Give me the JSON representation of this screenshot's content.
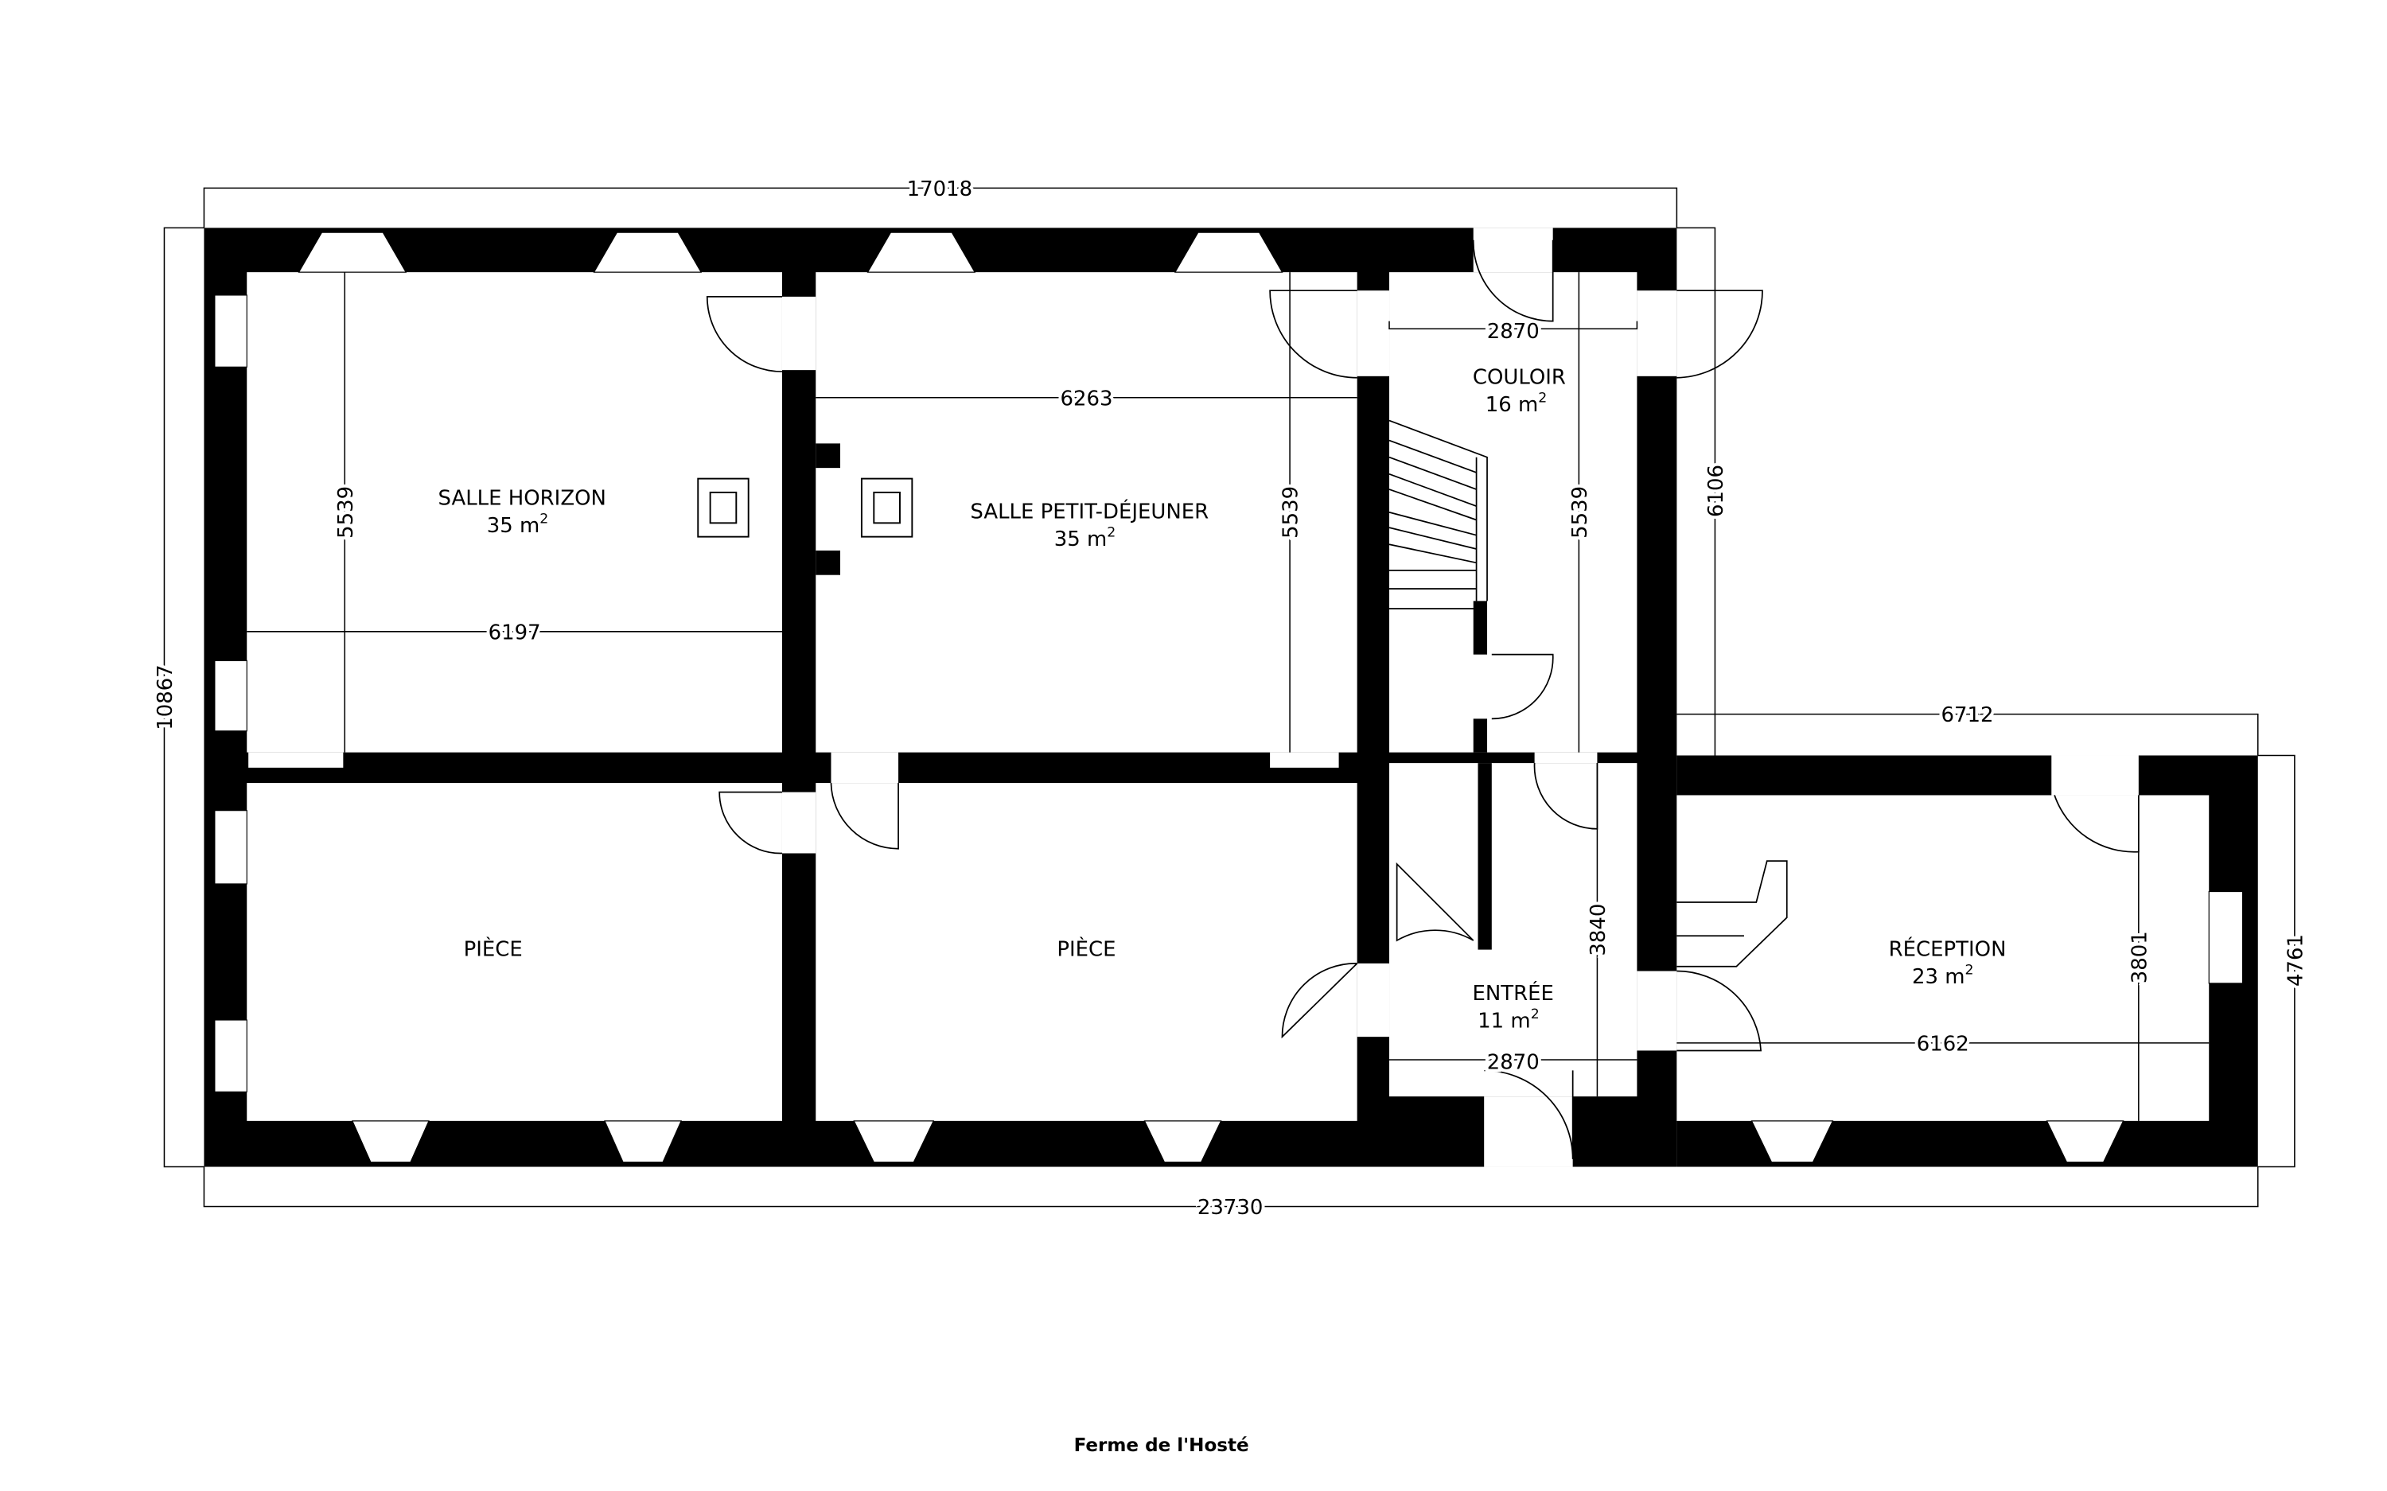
{
  "title": "Ferme de l'Hosté",
  "rooms": {
    "salle_horizon": {
      "name": "SALLE HORIZON",
      "area": "35 m",
      "sup": "2"
    },
    "salle_pdj": {
      "name": "SALLE PETIT-DÉJEUNER",
      "area": "35 m",
      "sup": "2"
    },
    "couloir": {
      "name": "COULOIR",
      "area": "16 m",
      "sup": "2"
    },
    "piece1": {
      "name": "PIÈCE"
    },
    "piece2": {
      "name": "PIÈCE"
    },
    "entree": {
      "name": "ENTRÉE",
      "area": "11 m",
      "sup": "2"
    },
    "reception": {
      "name": "RÉCEPTION",
      "area": "23 m",
      "sup": "2"
    }
  },
  "dimensions": {
    "top_width": "17018",
    "total_height": "10867",
    "total_width": "23730",
    "horizon_width": "6197",
    "horizon_height": "5539",
    "pdj_width": "6263",
    "pdj_height": "5539",
    "couloir_width": "2870",
    "couloir_height": "5539",
    "right_height": "6106",
    "reception_top": "6712",
    "reception_height_outer": "4761",
    "entree_height": "3840",
    "entree_width": "2870",
    "reception_height": "3801",
    "reception_width": "6162"
  }
}
